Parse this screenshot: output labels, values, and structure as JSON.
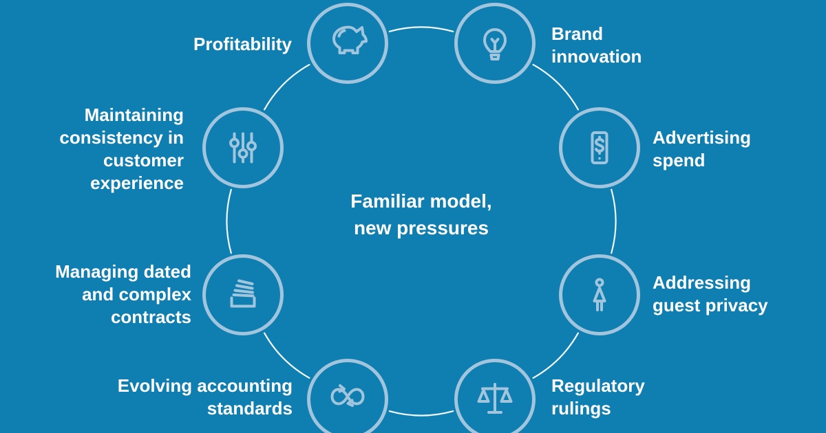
{
  "title": {
    "lines": [
      "Familiar model,",
      "new pressures"
    ]
  },
  "colors": {
    "background": "#0f7eb1",
    "icon_stroke": "#a2c5de",
    "connector": "#ffffff",
    "text": "#ffffff"
  },
  "nodes": [
    {
      "id": "profitability",
      "icon": "piggy-bank-icon",
      "lines": [
        "Profitability"
      ]
    },
    {
      "id": "brand-innovation",
      "icon": "lightbulb-icon",
      "lines": [
        "Brand",
        "innovation"
      ]
    },
    {
      "id": "advertising-spend",
      "icon": "mobile-dollar-icon",
      "lines": [
        "Advertising",
        "spend"
      ]
    },
    {
      "id": "guest-privacy",
      "icon": "person-icon",
      "lines": [
        "Addressing",
        "guest privacy"
      ]
    },
    {
      "id": "regulatory-rulings",
      "icon": "scales-icon",
      "lines": [
        "Regulatory",
        "rulings"
      ]
    },
    {
      "id": "accounting-standards",
      "icon": "infinity-arrows-icon",
      "lines": [
        "Evolving accounting",
        "standards"
      ]
    },
    {
      "id": "dated-contracts",
      "icon": "document-stack-icon",
      "lines": [
        "Managing dated",
        "and complex",
        "contracts"
      ]
    },
    {
      "id": "customer-consistency",
      "icon": "sliders-icon",
      "lines": [
        "Maintaining",
        "consistency in",
        "customer",
        "experience"
      ]
    }
  ]
}
